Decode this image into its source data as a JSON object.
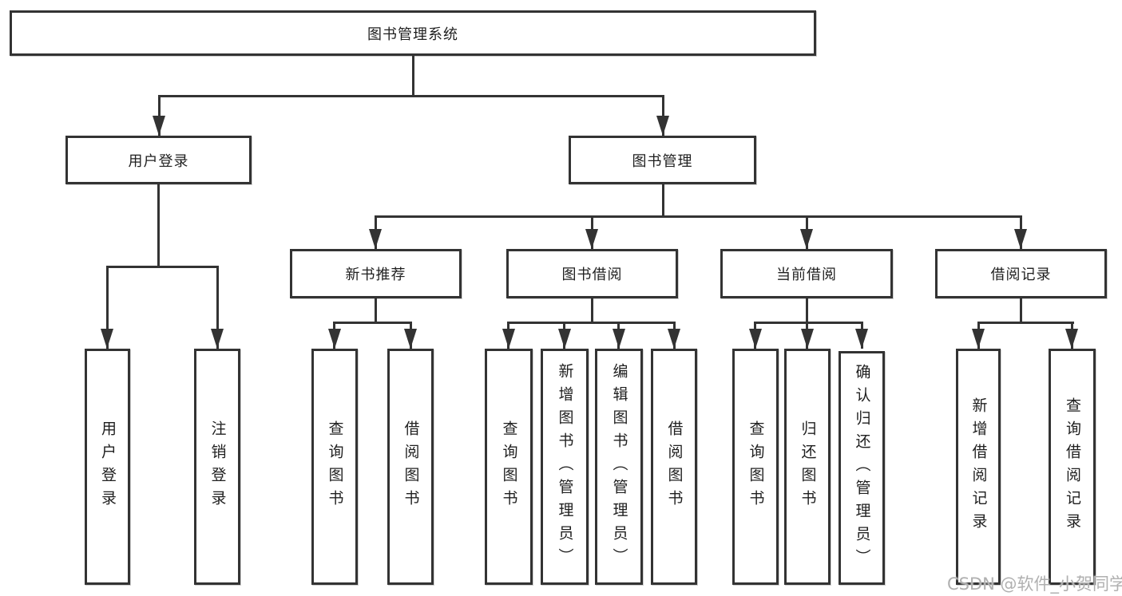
{
  "diagram": {
    "root": {
      "label": "图书管理系统"
    },
    "branches": [
      {
        "label": "用户登录",
        "children": [
          {
            "label": "用户登录"
          },
          {
            "label": "注销登录"
          }
        ]
      },
      {
        "label": "图书管理",
        "children": [
          {
            "label": "新书推荐",
            "children": [
              {
                "label": "查询图书"
              },
              {
                "label": "借阅图书"
              }
            ]
          },
          {
            "label": "图书借阅",
            "children": [
              {
                "label": "查询图书"
              },
              {
                "label": "新增图书（管理员）"
              },
              {
                "label": "编辑图书（管理员）"
              },
              {
                "label": "借阅图书"
              }
            ]
          },
          {
            "label": "当前借阅",
            "children": [
              {
                "label": "查询图书"
              },
              {
                "label": "归还图书"
              },
              {
                "label": "确认归还（管理员）"
              }
            ]
          },
          {
            "label": "借阅记录",
            "children": [
              {
                "label": "新增借阅记录"
              },
              {
                "label": "查询借阅记录"
              }
            ]
          }
        ]
      }
    ]
  },
  "watermark": {
    "text": "CSDN @软件_小贺同学"
  },
  "colors": {
    "line": "#333333",
    "box_border": "#333333",
    "box_background": "#ffffff",
    "text": "#1f1f1f",
    "watermark": "#b0b0b0"
  }
}
